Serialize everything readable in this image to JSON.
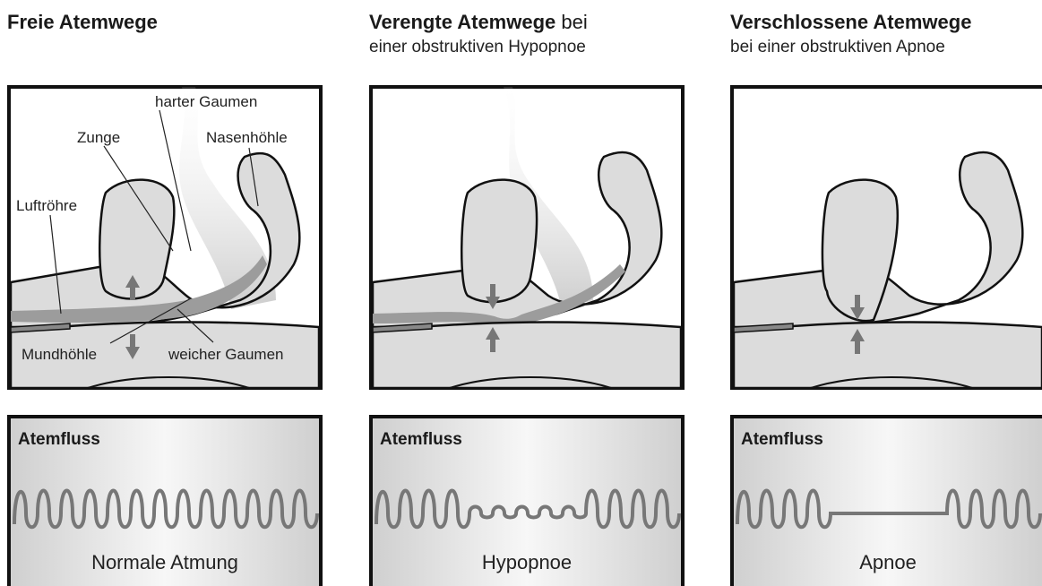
{
  "panels": [
    {
      "title_bold": "Freie Atemwege",
      "title_tail": "",
      "subtitle": "",
      "labels": {
        "harter_gaumen": "harter Gaumen",
        "zunge": "Zunge",
        "nasenhoehle": "Nasenhöhle",
        "luftroehre": "Luftröhre",
        "mundhoehle": "Mundhöhle",
        "weicher_gaumen": "weicher Gaumen"
      },
      "flow_label": "Atemfluss",
      "caption": "Normale Atmung",
      "airway_state": "open"
    },
    {
      "title_bold": "Verengte Atemwege",
      "title_tail": " bei",
      "subtitle": "einer obstruktiven Hypopnoe",
      "flow_label": "Atemfluss",
      "caption": "Hypopnoe",
      "airway_state": "narrowed"
    },
    {
      "title_bold": "Verschlossene Atemwege",
      "title_tail": "",
      "subtitle": "bei einer obstruktiven Apnoe",
      "flow_label": "Atemfluss",
      "caption": "Apnoe",
      "airway_state": "closed"
    }
  ],
  "colors": {
    "tissue": "#dcdcdc",
    "airflow": "#a8a8a8",
    "wave": "#777777",
    "outline": "#111111"
  }
}
